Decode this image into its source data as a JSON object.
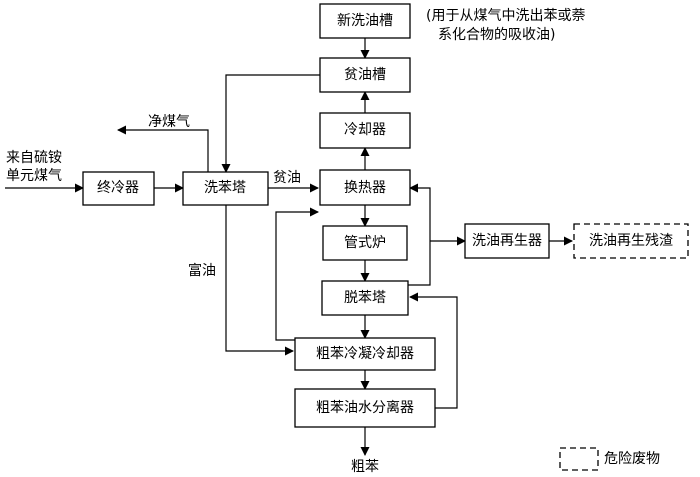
{
  "nodes": {
    "new_oil_tank": "新洗油槽",
    "lean_oil_tank": "贫油槽",
    "cooler": "冷却器",
    "heat_exchanger": "换热器",
    "tube_furnace": "管式炉",
    "debenzol_tower": "脱苯塔",
    "final_cooler": "终冷器",
    "benzene_scrubber": "洗苯塔",
    "crude_benzene_condenser": "粗苯冷凝冷却器",
    "crude_benzene_separator": "粗苯油水分离器",
    "wash_oil_regenerator": "洗油再生器",
    "wash_oil_residue": "洗油再生残渣"
  },
  "labels": {
    "note_line1": "(用于从煤气中洗出苯或萘",
    "note_line2": "系化合物的吸收油)",
    "inlet_line1": "来自硫铵",
    "inlet_line2": "单元煤气",
    "clean_gas": "净煤气",
    "lean_oil": "贫油",
    "rich_oil": "富油",
    "crude_benzene": "粗苯"
  },
  "legend": {
    "hazardous_waste": "危险废物"
  }
}
